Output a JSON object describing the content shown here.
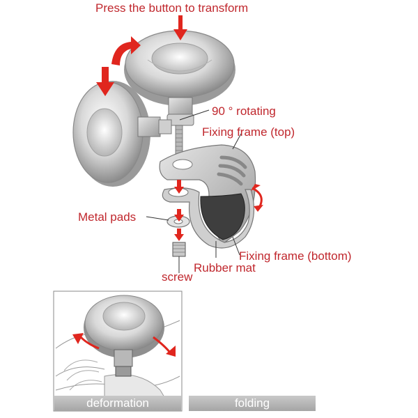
{
  "colors": {
    "label_text": "#c0272d",
    "arrow_red": "#e0261e",
    "caption_text": "#ffffff",
    "caption_bar": "#b3b3b3",
    "chrome_light": "#f2f2f2",
    "chrome_mid": "#c8c8c8",
    "chrome_dark": "#8a8a8a",
    "rubber": "#3e3e3e"
  },
  "icons": {
    "knob": "chrome-knob-icon",
    "clamp": "clamp-frame-icon",
    "screw": "screw-icon",
    "arrow": "red-arrow-icon"
  },
  "labels": {
    "press": "Press the button to transform",
    "rotating": "90 ° rotating",
    "frame_top": "Fixing frame (top)",
    "metal_pads": "Metal pads",
    "frame_bottom": "Fixing frame (bottom)",
    "rubber_mat": "Rubber mat",
    "screw": "screw"
  },
  "panels": {
    "left_caption": "deformation",
    "right_caption": "folding"
  }
}
